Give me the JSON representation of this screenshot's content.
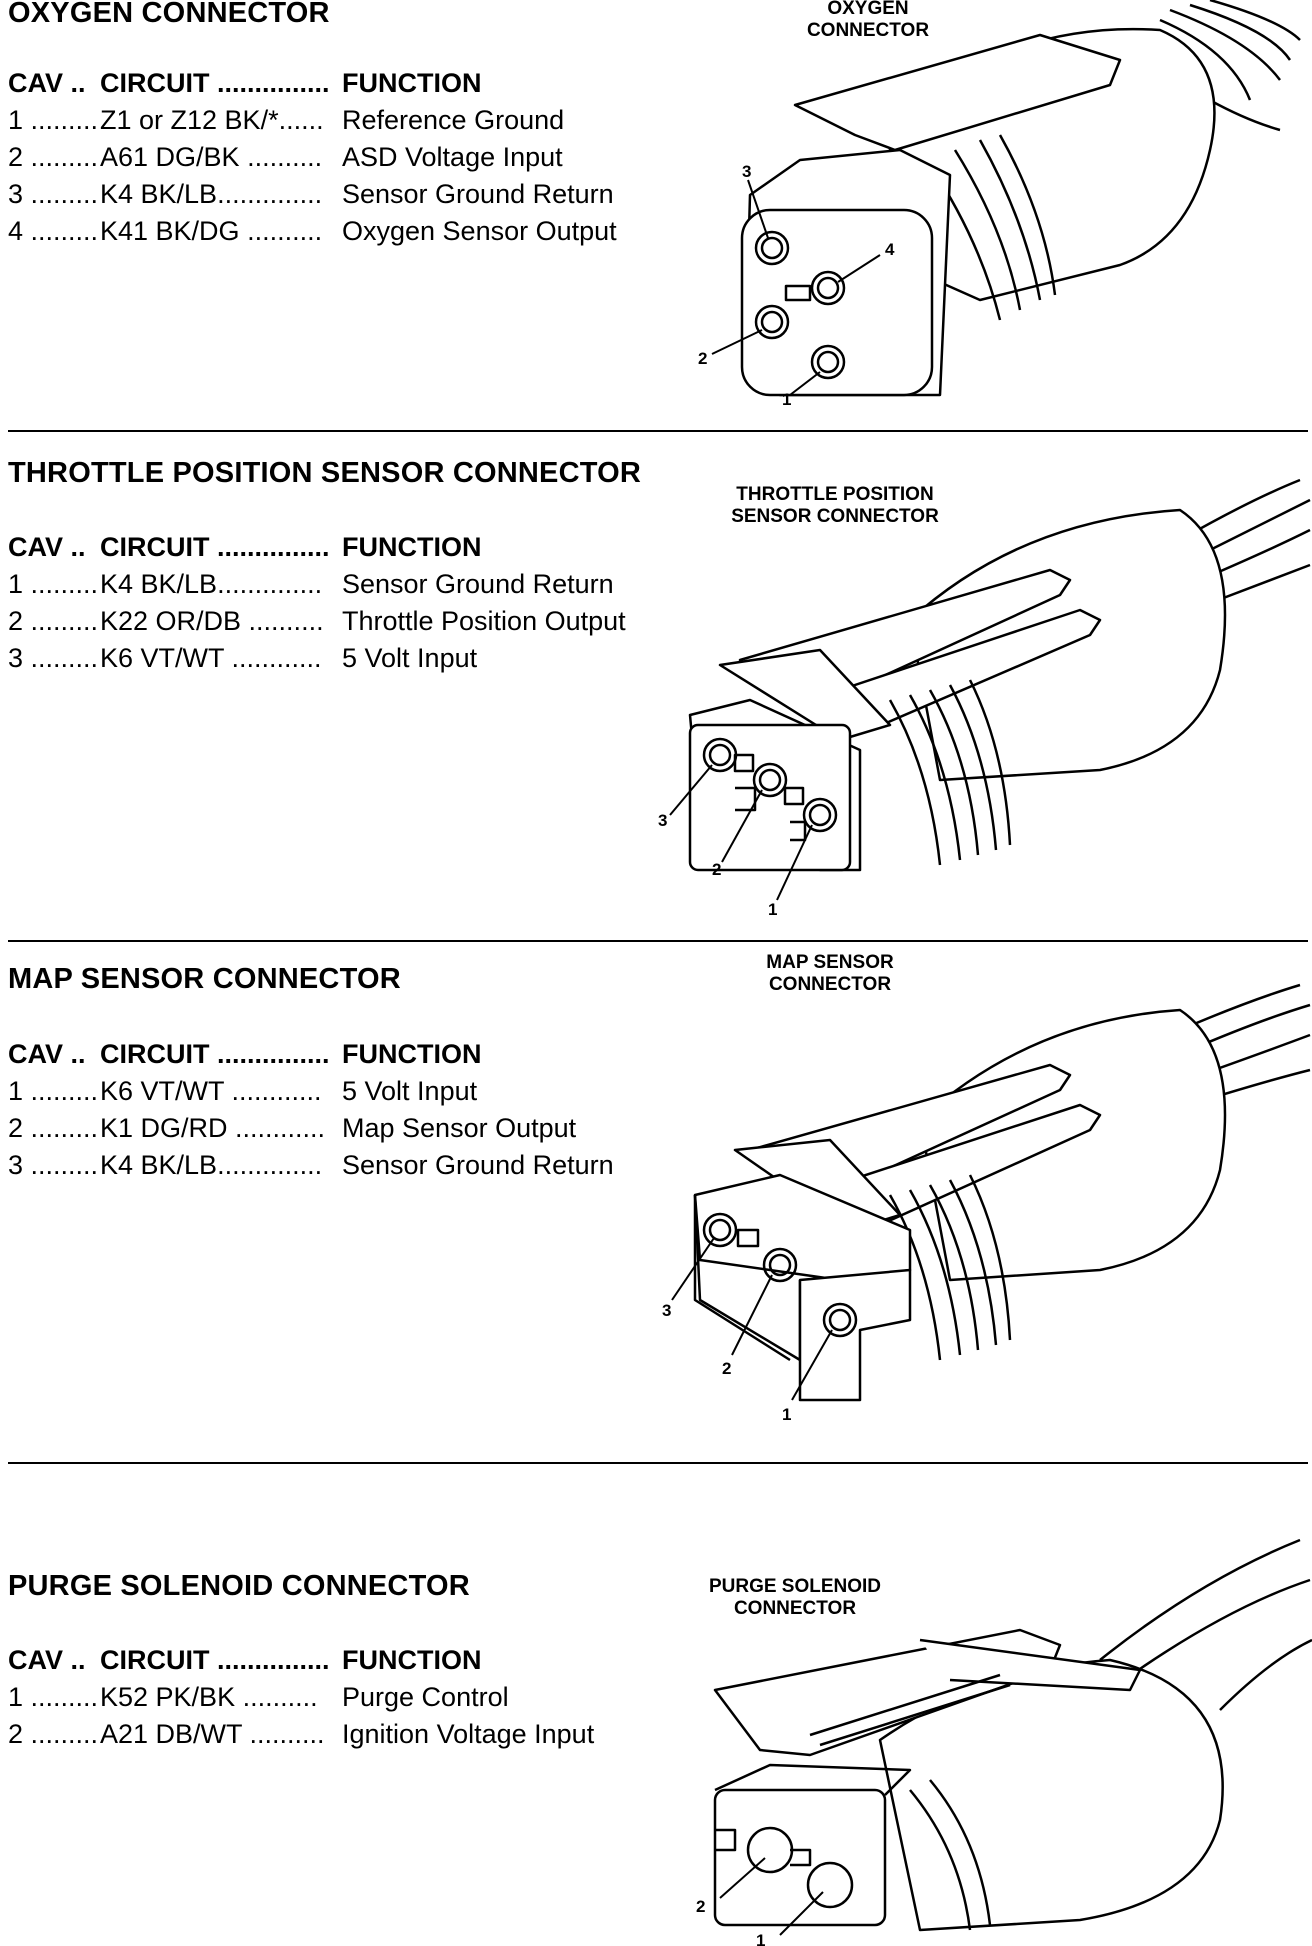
{
  "sections": [
    {
      "title": "OXYGEN CONNECTOR",
      "diagram_label": [
        "OXYGEN",
        "CONNECTOR"
      ],
      "header": {
        "cav": "CAV ..",
        "circuit": "CIRCUIT ...............",
        "function": "FUNCTION"
      },
      "rows": [
        {
          "cav": "1 .........",
          "circuit": "Z1 or Z12 BK/*......",
          "function": "Reference Ground"
        },
        {
          "cav": "2 .........",
          "circuit": "A61 DG/BK ..........",
          "function": "ASD Voltage Input"
        },
        {
          "cav": "3 .........",
          "circuit": "K4 BK/LB..............",
          "function": "Sensor Ground Return"
        },
        {
          "cav": "4 .........",
          "circuit": "K41 BK/DG ..........",
          "function": "Oxygen Sensor Output"
        }
      ],
      "pins": [
        "1",
        "2",
        "3",
        "4"
      ]
    },
    {
      "title": "THROTTLE POSITION SENSOR CONNECTOR",
      "diagram_label": [
        "THROTTLE POSITION",
        "SENSOR CONNECTOR"
      ],
      "header": {
        "cav": "CAV ..",
        "circuit": "CIRCUIT ...............",
        "function": "FUNCTION"
      },
      "rows": [
        {
          "cav": "1 .........",
          "circuit": "K4 BK/LB..............",
          "function": "Sensor Ground Return"
        },
        {
          "cav": "2 .........",
          "circuit": "K22 OR/DB ..........",
          "function": "Throttle Position Output"
        },
        {
          "cav": "3 .........",
          "circuit": "K6 VT/WT ............",
          "function": "5 Volt Input"
        }
      ],
      "pins": [
        "1",
        "2",
        "3"
      ]
    },
    {
      "title": "MAP SENSOR CONNECTOR",
      "diagram_label": [
        "MAP SENSOR",
        "CONNECTOR"
      ],
      "header": {
        "cav": "CAV ..",
        "circuit": "CIRCUIT ...............",
        "function": "FUNCTION"
      },
      "rows": [
        {
          "cav": "1 .........",
          "circuit": "K6 VT/WT ............",
          "function": "5 Volt Input"
        },
        {
          "cav": "2 .........",
          "circuit": "K1 DG/RD ............",
          "function": "Map Sensor Output"
        },
        {
          "cav": "3 .........",
          "circuit": "K4 BK/LB..............",
          "function": "Sensor Ground Return"
        }
      ],
      "pins": [
        "1",
        "2",
        "3"
      ]
    },
    {
      "title": "PURGE SOLENOID CONNECTOR",
      "diagram_label": [
        "PURGE SOLENOID",
        "CONNECTOR"
      ],
      "header": {
        "cav": "CAV ..",
        "circuit": "CIRCUIT ...............",
        "function": "FUNCTION"
      },
      "rows": [
        {
          "cav": "1 .........",
          "circuit": "K52 PK/BK  ..........",
          "function": "Purge Control"
        },
        {
          "cav": "2 .........",
          "circuit": "A21 DB/WT ..........",
          "function": "Ignition Voltage Input"
        }
      ],
      "pins": [
        "1",
        "2"
      ]
    }
  ]
}
